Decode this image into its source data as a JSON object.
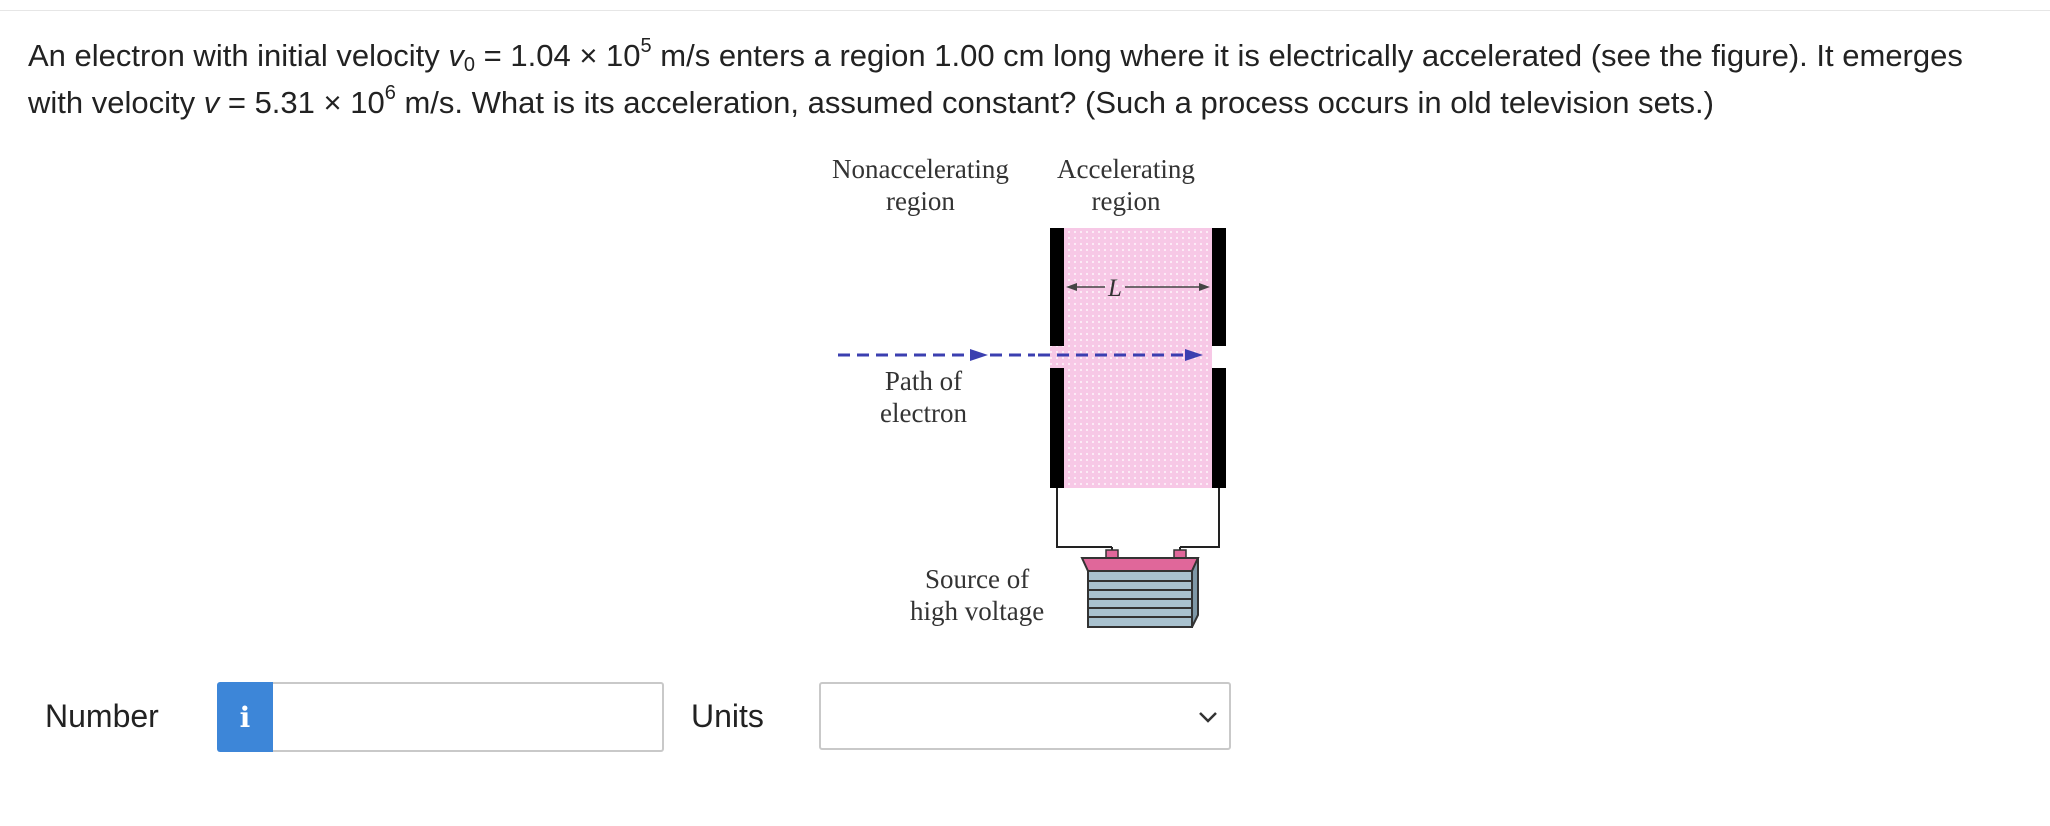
{
  "question": {
    "part1": "An electron with initial velocity ",
    "v0_symbol": "v",
    "v0_sub": "0",
    "part2": " = 1.04 × 10",
    "exp1": "5",
    "part3": " m/s enters a region 1.00 cm long where it is electrically accelerated (see the figure). It emerges with velocity ",
    "v_symbol": "v",
    "part4": " = 5.31 × 10",
    "exp2": "6",
    "part5": " m/s. What is its acceleration, assumed constant? (Such a process occurs in old television sets.)"
  },
  "figure": {
    "nonaccel_label_line1": "Nonaccelerating",
    "nonaccel_label_line2": "region",
    "accel_label_line1": "Accelerating",
    "accel_label_line2": "region",
    "length_symbol": "L",
    "path_label_line1": "Path of",
    "path_label_line2": "electron",
    "source_label_line1": "Source of",
    "source_label_line2": "high voltage",
    "colors": {
      "region_fill": "#f7c8e6",
      "plate": "#000000",
      "path_arrow": "#3b3fb0",
      "battery_top": "#e0679a",
      "battery_body": "#a9c2cf"
    }
  },
  "answer": {
    "number_label": "Number",
    "info_icon": "i",
    "number_value": "",
    "units_label": "Units",
    "units_value": ""
  }
}
